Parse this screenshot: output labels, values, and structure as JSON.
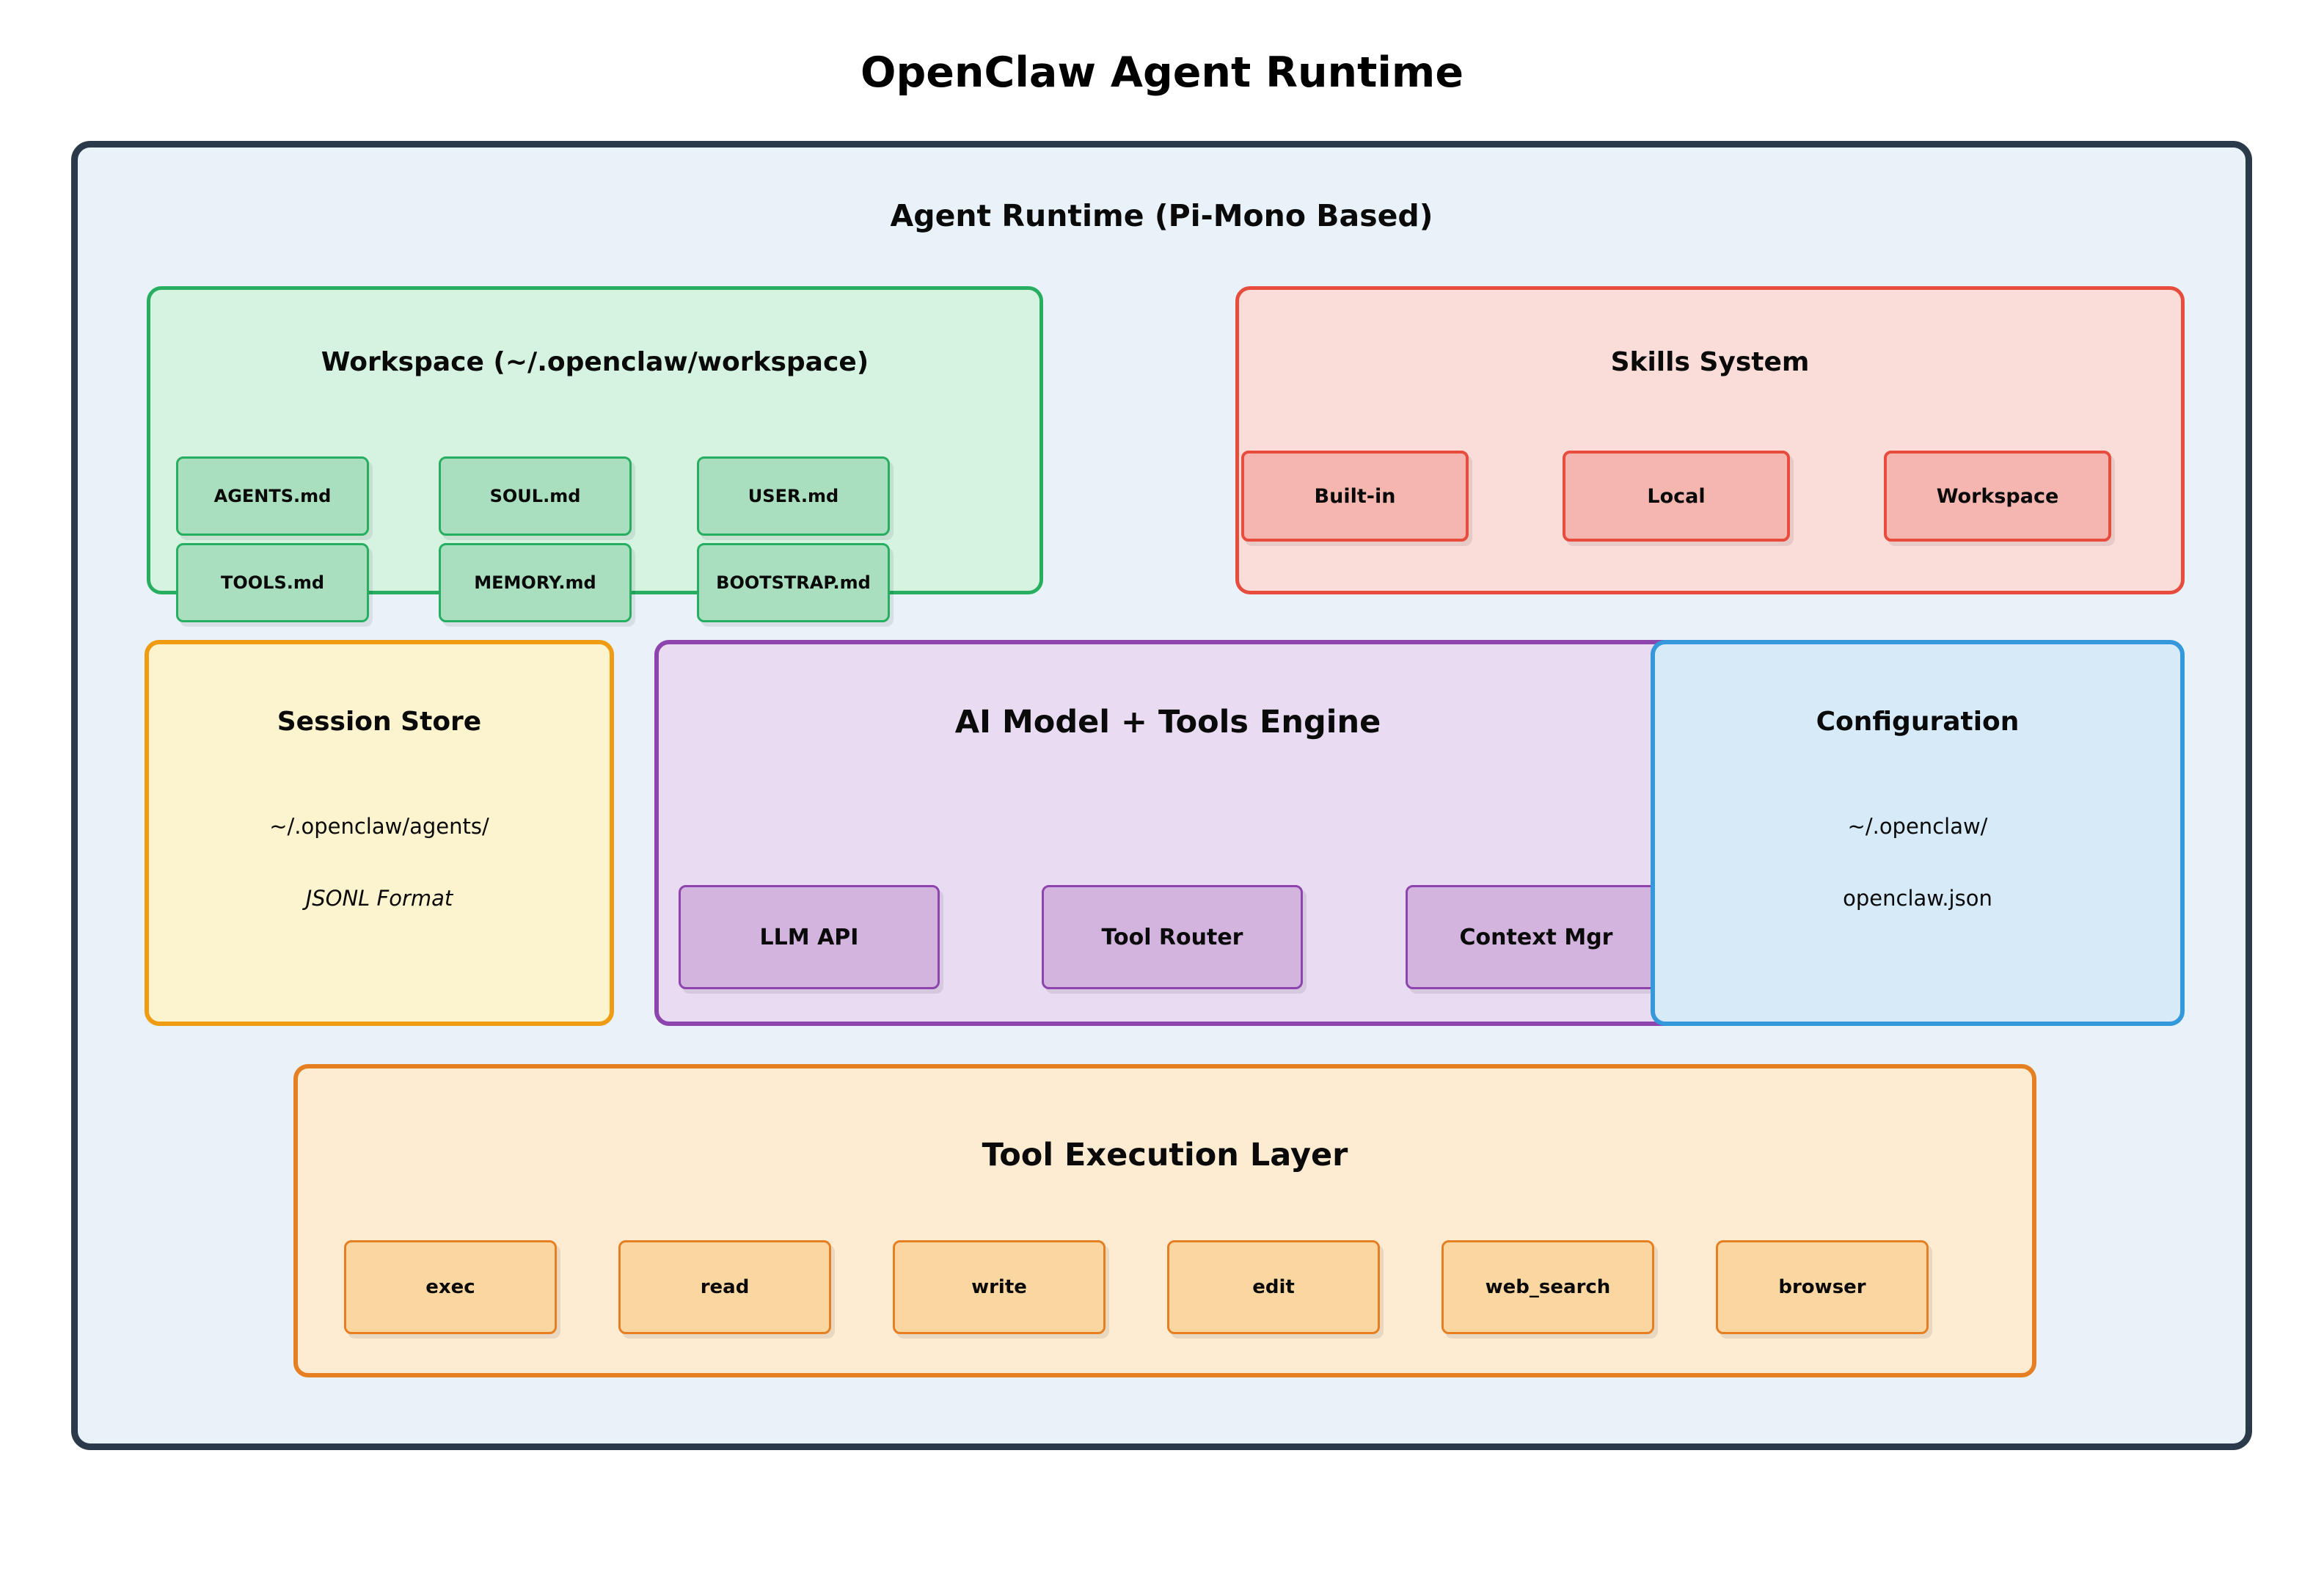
{
  "page": {
    "title": "OpenClaw Agent Runtime"
  },
  "runtime": {
    "label": "Agent Runtime (Pi-Mono Based)"
  },
  "sections": {
    "workspace": {
      "title": "Workspace (~/.openclaw/workspace)",
      "items": [
        "AGENTS.md",
        "SOUL.md",
        "USER.md",
        "TOOLS.md",
        "MEMORY.md",
        "BOOTSTRAP.md"
      ]
    },
    "skills": {
      "title": "Skills System",
      "items": [
        "Built-in",
        "Local",
        "Workspace"
      ]
    },
    "session": {
      "title": "Session Store",
      "path": "~/.openclaw/agents/",
      "format": "JSONL Format"
    },
    "engine": {
      "title": "AI Model + Tools Engine",
      "items": [
        "LLM API",
        "Tool Router",
        "Context Mgr"
      ]
    },
    "config": {
      "title": "Configuration",
      "path": "~/.openclaw/",
      "file": "openclaw.json"
    },
    "tools": {
      "title": "Tool Execution Layer",
      "items": [
        "exec",
        "read",
        "write",
        "edit",
        "web_search",
        "browser"
      ]
    }
  },
  "colors": {
    "outer_border": "#2b3a4a",
    "outer_bg": "#e8f2f8",
    "green_border": "#27ae60",
    "green_bg": "#d6f3e2",
    "green_node": "#a9dfbf",
    "red_border": "#e74c3c",
    "red_bg": "#fadcd8",
    "red_node": "#f5b6b0",
    "yellow_border": "#ef9c12",
    "yellow_bg": "#fcf3cf",
    "purple_border": "#8e44ad",
    "purple_bg": "#e9dbf1",
    "purple_node": "#d2b4de",
    "blue_border": "#3498db",
    "blue_bg": "#d7eaf8",
    "orange_border": "#e67e22",
    "orange_bg": "#fdebd2",
    "orange_node": "#fad7a0"
  }
}
